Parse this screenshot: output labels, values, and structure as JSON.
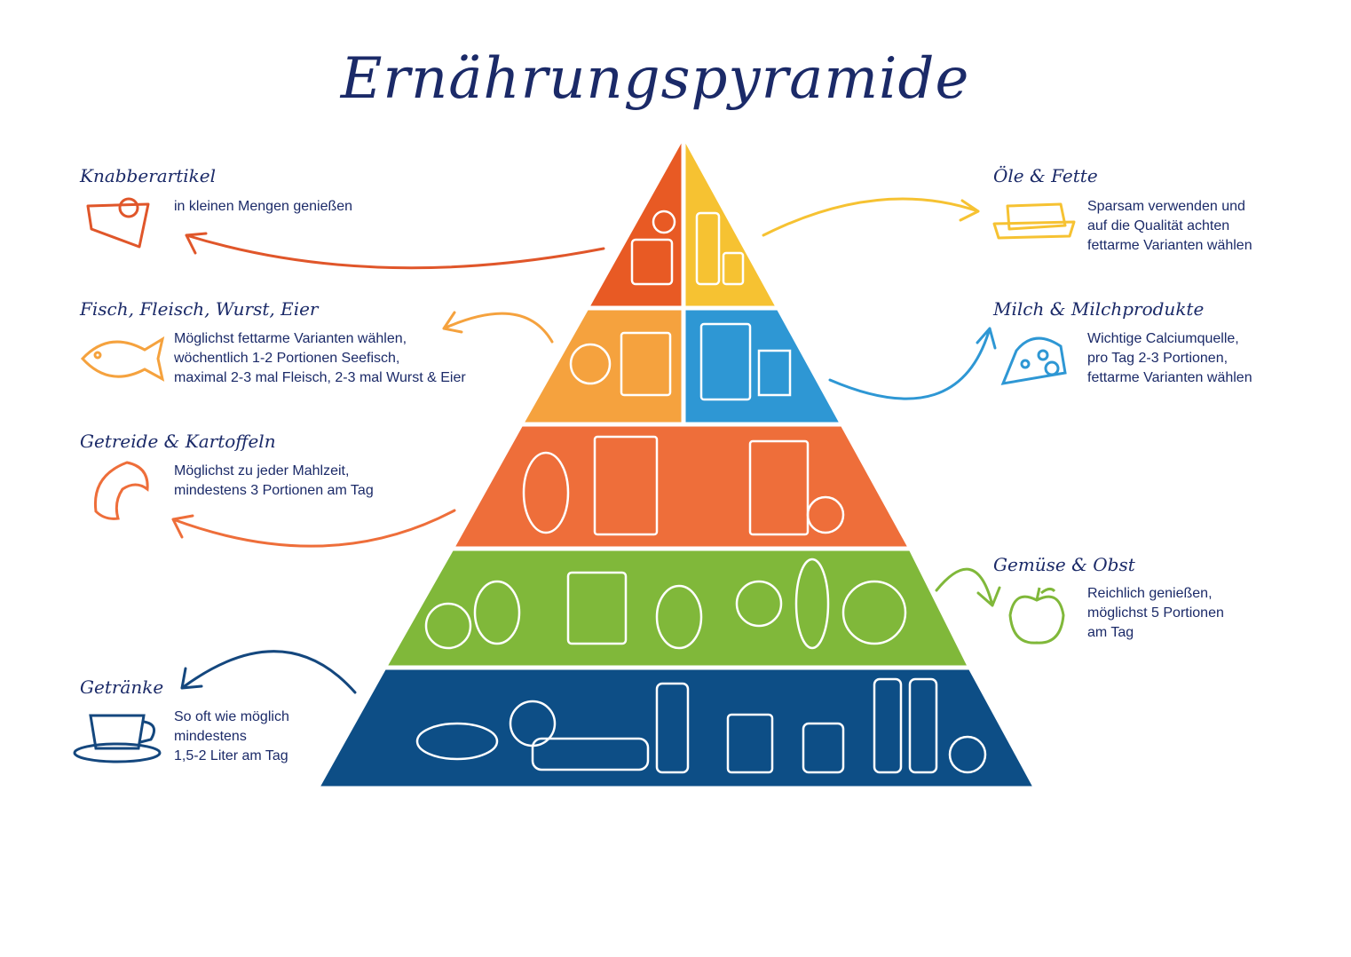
{
  "title": "Ernährungspyramide",
  "colors": {
    "text": "#1b2a68",
    "sweets": "#e85a24",
    "fats": "#f6c232",
    "protein": "#f5a23e",
    "dairy": "#2e97d4",
    "grains": "#ee6e3a",
    "vegetables": "#80b83a",
    "drinks": "#0d4e86"
  },
  "categories": {
    "sweets": {
      "heading": "Knabberartikel",
      "text": "in kleinen Mengen genießen",
      "icon": "cake-icon"
    },
    "protein": {
      "heading": "Fisch, Fleisch, Wurst, Eier",
      "text": "Möglichst fettarme Varianten wählen,\nwöchentlich 1-2 Portionen Seefisch,\nmaximal 2-3 mal Fleisch, 2-3 mal Wurst & Eier",
      "icon": "fish-icon"
    },
    "grains": {
      "heading": "Getreide & Kartoffeln",
      "text": "Möglichst zu jeder Mahlzeit,\nmindestens 3 Portionen am Tag",
      "icon": "croissant-icon"
    },
    "drinks": {
      "heading": "Getränke",
      "text": "So oft wie möglich\nmindestens\n1,5-2 Liter am Tag",
      "icon": "teacup-icon"
    },
    "fats": {
      "heading": "Öle & Fette",
      "text": "Sparsam verwenden und\nauf die Qualität achten\nfettarme Varianten wählen",
      "icon": "butter-icon"
    },
    "dairy": {
      "heading": "Milch & Milchprodukte",
      "text": "Wichtige Calciumquelle,\npro Tag 2-3 Portionen,\nfettarme Varianten wählen",
      "icon": "cheese-icon"
    },
    "vegetables": {
      "heading": "Gemüse & Obst",
      "text": "Reichlich genießen,\nmöglichst 5 Portionen\nam Tag",
      "icon": "apple-icon"
    }
  }
}
